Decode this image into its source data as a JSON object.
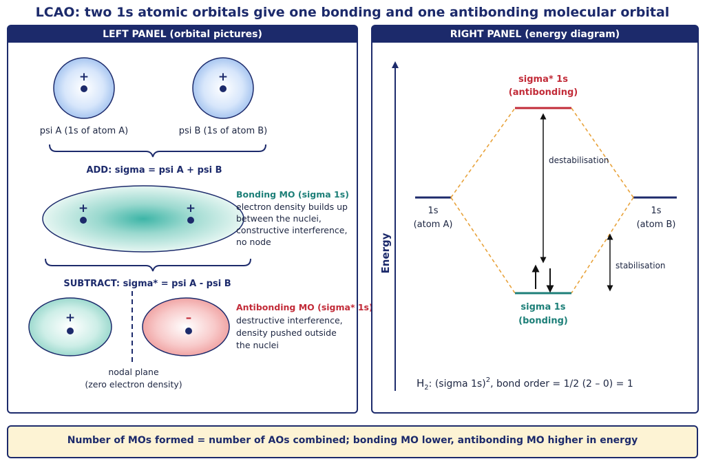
{
  "title": "LCAO:  two 1s atomic orbitals give one bonding and one antibonding molecular orbital",
  "left_panel": {
    "header": "LEFT PANEL (orbital pictures)",
    "psi_a_label": "psi A (1s of atom A)",
    "psi_b_label": "psi B (1s of atom B)",
    "plus": "+",
    "minus": "–",
    "add_label": "ADD: sigma = psi A + psi B",
    "bonding_title": "Bonding MO (sigma 1s)",
    "bonding_desc": [
      "electron density builds up",
      "between the nuclei,",
      "constructive interference,",
      "no node"
    ],
    "subtract_label": "SUBTRACT: sigma* = psi A - psi B",
    "antibonding_title": "Antibonding MO (sigma* 1s)",
    "antibonding_desc": [
      "destructive interference,",
      "density pushed outside",
      "the nuclei"
    ],
    "nodal_label": [
      "nodal plane",
      "(zero electron density)"
    ]
  },
  "right_panel": {
    "header": "RIGHT PANEL (energy diagram)",
    "axis_label": "Energy",
    "sigma_star_label": [
      "sigma* 1s",
      "(antibonding)"
    ],
    "sigma_label": [
      "sigma 1s",
      "(bonding)"
    ],
    "atom_a_label": [
      "1s",
      "(atom A)"
    ],
    "atom_b_label": [
      "1s",
      "(atom B)"
    ],
    "destabilisation": "destabilisation",
    "stabilisation": "stabilisation",
    "formula_h": "H",
    "formula_sub": "2",
    "formula_mid": ":  (sigma 1s)",
    "formula_sup": "2",
    "formula_end": ", bond order = 1/2 (2 – 0) = 1"
  },
  "footer": "Number of MOs formed = number of AOs combined; bonding MO lower, antibonding MO higher in energy",
  "colors": {
    "navy": "#1c2a6b",
    "bonding_teal": "#1d7f78",
    "antibonding_red": "#c22b38",
    "orange_dash": "#e8a23a",
    "footer_bg": "#fdf3d4"
  }
}
